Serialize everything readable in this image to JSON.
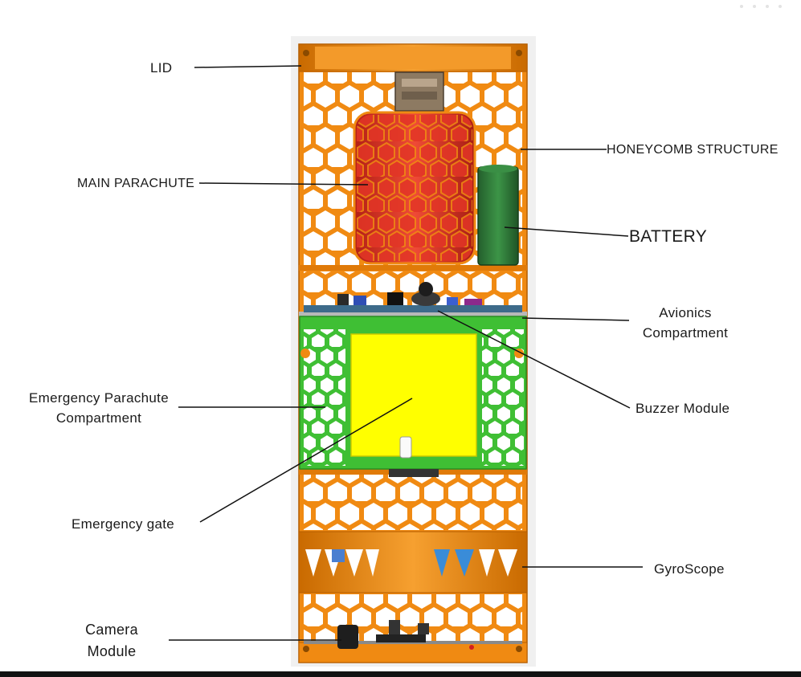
{
  "labels": {
    "lid": "LID",
    "honeycomb": "HONEYCOMB STRUCTURE",
    "main_parachute": "MAIN PARACHUTE",
    "battery": "BATTERY",
    "avionics": [
      "Avionics",
      "Compartment"
    ],
    "buzzer": "Buzzer Module",
    "emergency_parachute": [
      "Emergency Parachute",
      "Compartment"
    ],
    "emergency_gate": "Emergency gate",
    "gyroscope": "GyroScope",
    "camera": [
      "Camera",
      "Module"
    ]
  },
  "colors": {
    "frame_orange": "#f08a12",
    "frame_dark": "#b35c00",
    "parachute_red": "#d42a1e",
    "battery_green": "#2f7d3a",
    "compartment_green": "#3fbf34",
    "gate_yellow": "#ffff00",
    "leader_line": "#111111"
  }
}
